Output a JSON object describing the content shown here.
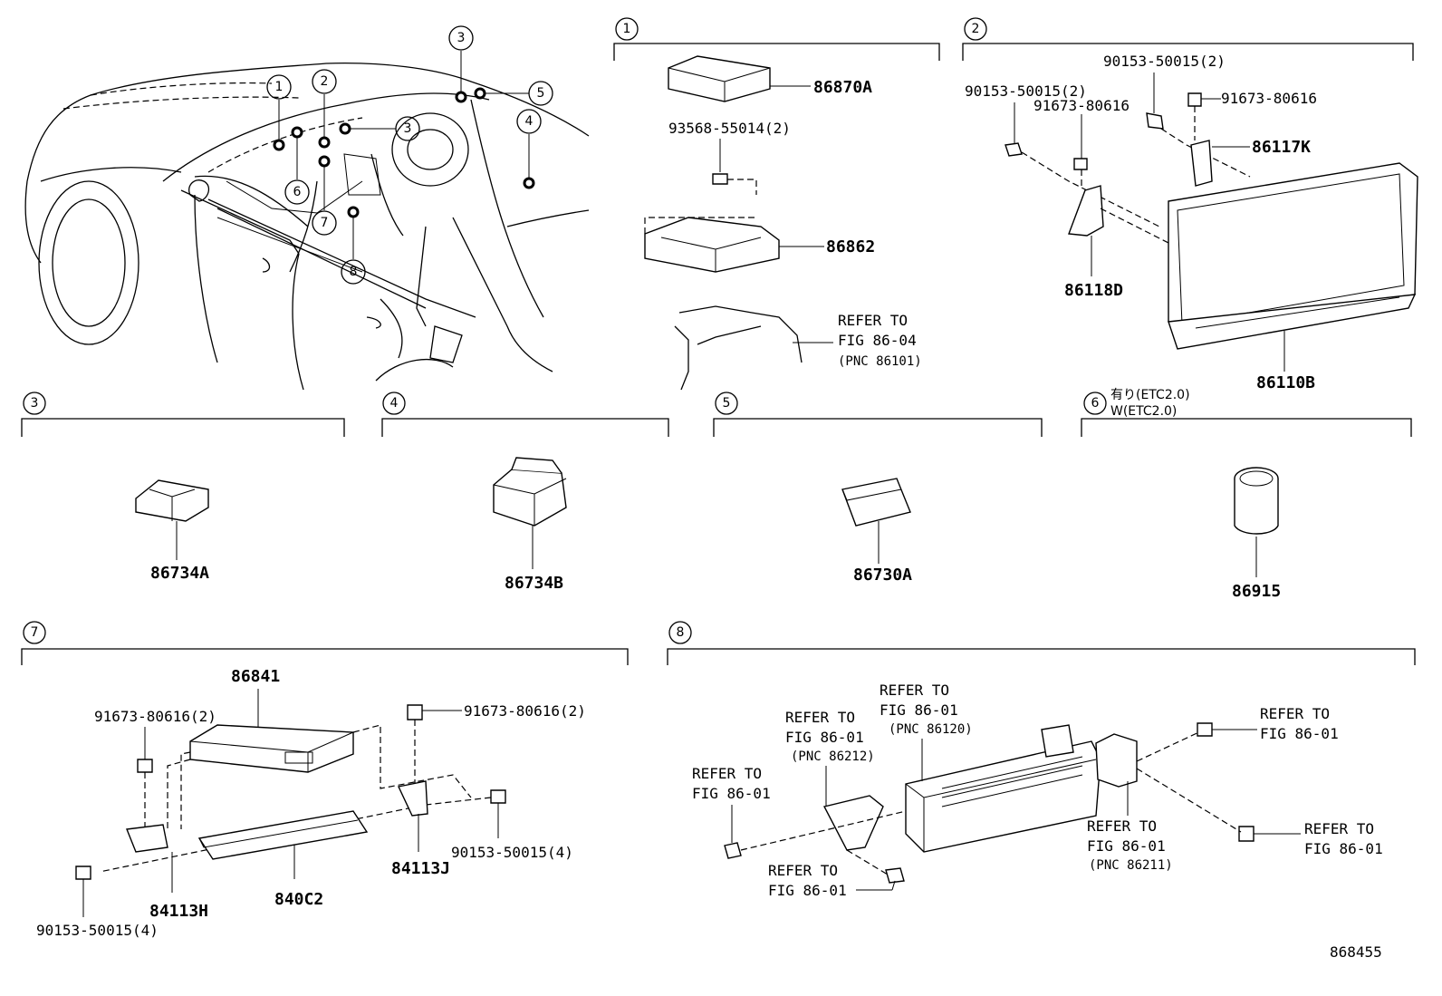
{
  "sections": {
    "s1": {
      "num": "1"
    },
    "s2": {
      "num": "2"
    },
    "s3": {
      "num": "3"
    },
    "s4": {
      "num": "4"
    },
    "s5": {
      "num": "5"
    },
    "s6": {
      "num": "6",
      "note_jp": "有り(ETC2.0)",
      "note_en": "W(ETC2.0)"
    },
    "s7": {
      "num": "7"
    },
    "s8": {
      "num": "8"
    }
  },
  "overview": {
    "markers": [
      "1",
      "2",
      "3",
      "3",
      "4",
      "5",
      "6",
      "7",
      "8"
    ]
  },
  "labels": {
    "p86870A": "86870A",
    "p93568": "93568-55014(2)",
    "p86862": "86862",
    "ref_a1": "REFER TO",
    "ref_a2": "FIG 86-04",
    "ref_a3": "(PNC 86101)",
    "p90153_a": "90153-50015(2)",
    "p90153_b": "90153-50015(2)",
    "p91673_a": "91673-80616",
    "p91673_b": "91673-80616",
    "p86117K": "86117K",
    "p86118D": "86118D",
    "p86110B": "86110B",
    "p86734A": "86734A",
    "p86734B": "86734B",
    "p86730A": "86730A",
    "p86915": "86915",
    "p86841": "86841",
    "p91673_c": "91673-80616(2)",
    "p91673_d": "91673-80616(2)",
    "p90153_c": "90153-50015(4)",
    "p90153_d": "90153-50015(4)",
    "p84113J": "84113J",
    "p84113H": "84113H",
    "p840C2": "840C2",
    "refer_to": "REFER TO",
    "fig8601": "FIG 86-01",
    "pnc86120": "(PNC 86120)",
    "pnc86212": "(PNC 86212)",
    "pnc86211": "(PNC 86211)"
  },
  "footer": {
    "code": "868455"
  }
}
